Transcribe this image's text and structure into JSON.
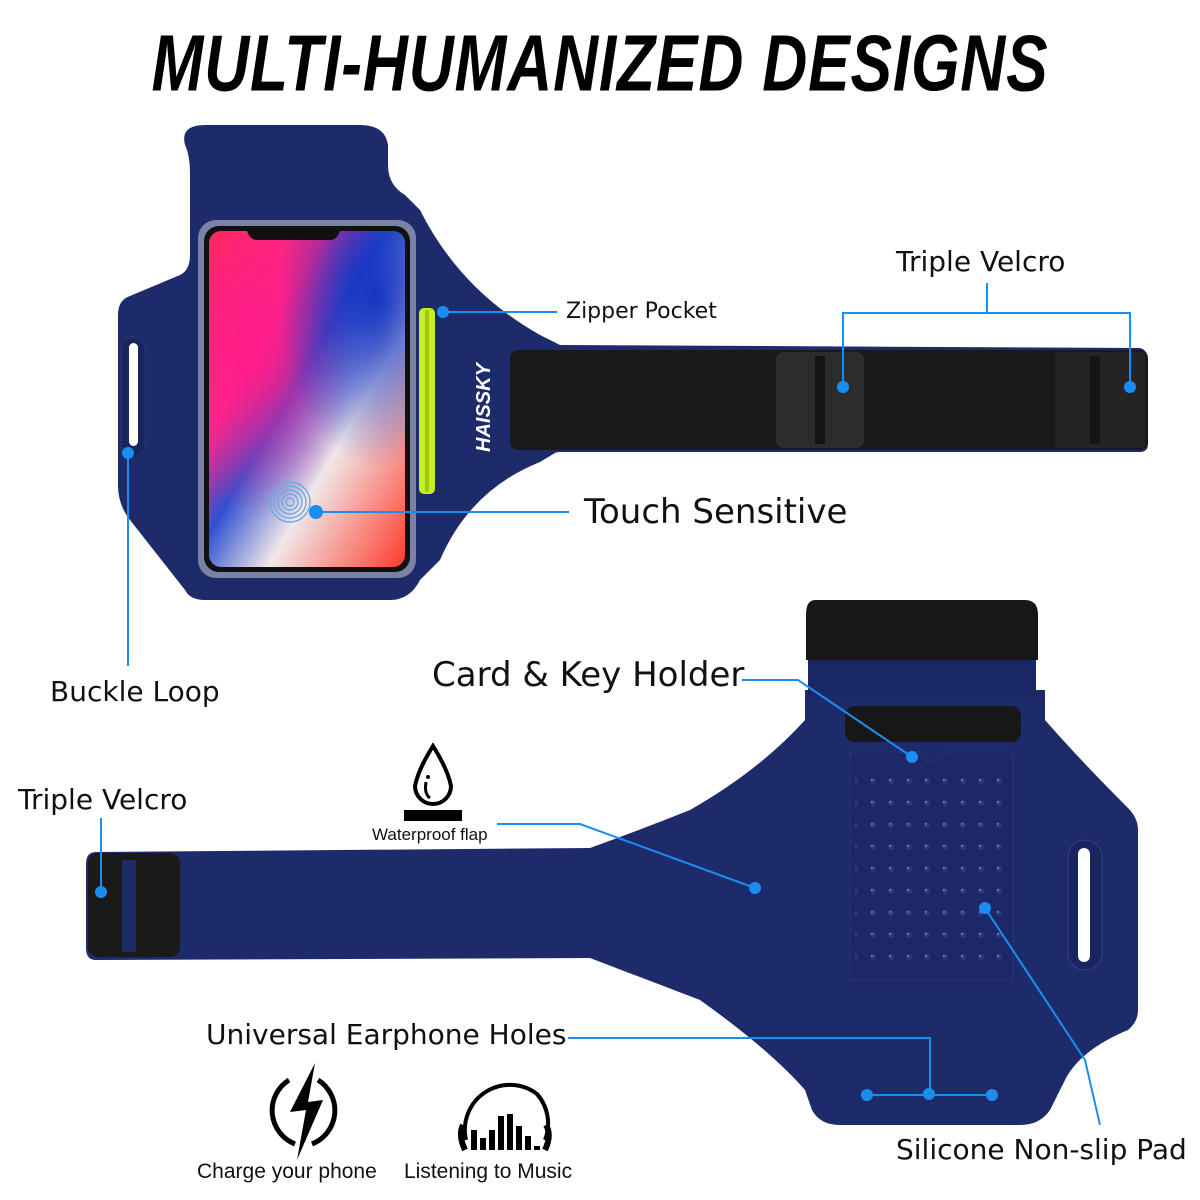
{
  "header": {
    "title": "MULTI-HUMANIZED DESIGNS"
  },
  "product": {
    "brand_text": "HAISSKY",
    "colors": {
      "armband": "#1e2b6b",
      "velcro": "#1a1a1a",
      "zipper": "#c8f020",
      "callout": "#1a8ef0"
    }
  },
  "callouts": {
    "zipper_pocket": "Zipper Pocket",
    "triple_velcro_top": "Triple Velcro",
    "touch_sensitive": "Touch Sensitive",
    "buckle_loop": "Buckle Loop",
    "card_key_holder": "Card & Key Holder",
    "triple_velcro_bottom": "Triple Velcro",
    "waterproof_flap": "Waterproof flap",
    "earphone_holes": "Universal Earphone Holes",
    "silicone_pad": "Silicone Non-slip Pad"
  },
  "features": [
    {
      "icon": "lightning-icon",
      "label": "Charge your phone"
    },
    {
      "icon": "headphones-equalizer-icon",
      "label": "Listening to Music"
    }
  ],
  "icons": {
    "waterproof": "water-drop-icon"
  }
}
